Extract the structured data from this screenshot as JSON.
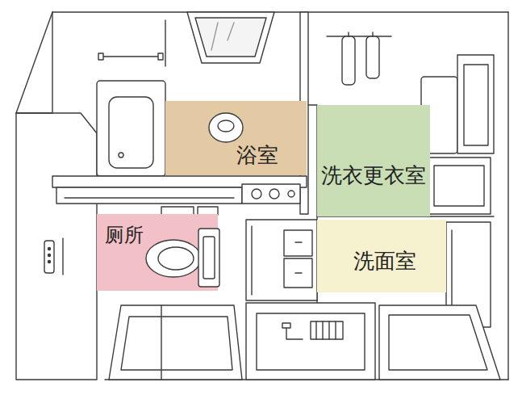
{
  "diagram": {
    "nodes": [
      {
        "text": [
          "浴室"
        ]
      },
      {
        "text": [
          "洗衣更衣室"
        ]
      },
      {
        "text": [
          "厕所"
        ]
      },
      {
        "text": [
          "洗面室"
        ]
      }
    ]
  }
}
